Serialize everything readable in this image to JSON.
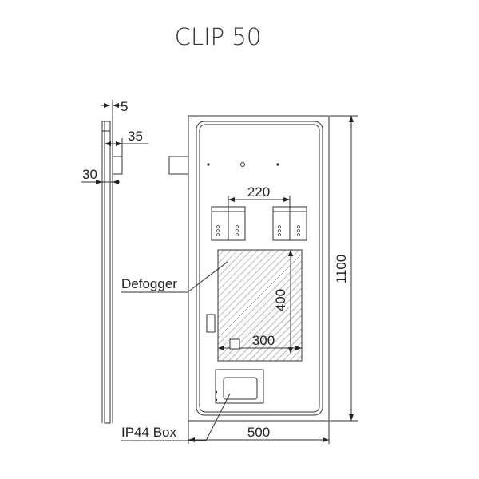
{
  "title": "CLIP 50",
  "dimensions": {
    "side_thickness": "5",
    "side_depth": "35",
    "side_offset": "30",
    "bracket_spacing": "220",
    "defogger_height": "400",
    "defogger_width": "300",
    "height": "1100",
    "width": "500"
  },
  "labels": {
    "defogger": "Defogger",
    "ip44_box": "IP44 Box"
  }
}
